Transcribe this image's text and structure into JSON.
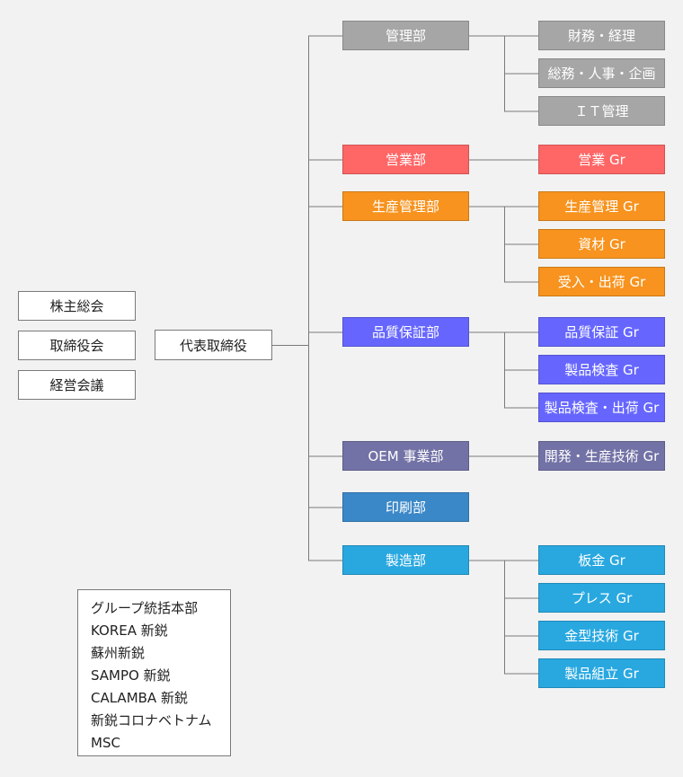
{
  "colors": {
    "gray": "#a6a6a6",
    "red": "#ff6666",
    "orange": "#f7931e",
    "blue_violet": "#6666ff",
    "purple_gray": "#7272a6",
    "steel_blue": "#3b88c8",
    "sky_blue": "#29a8e0",
    "line": "#7a7a7a"
  },
  "governance": [
    "株主総会",
    "取締役会",
    "経営会議"
  ],
  "ceo": "代表取締役",
  "departments": [
    {
      "name": "管理部",
      "color": "gray",
      "groups": [
        "財務・経理",
        "総務・人事・企画",
        "ＩＴ管理"
      ]
    },
    {
      "name": "営業部",
      "color": "red",
      "groups": [
        "営業 Gr"
      ]
    },
    {
      "name": "生産管理部",
      "color": "orange",
      "groups": [
        "生産管理 Gr",
        "資材 Gr",
        "受入・出荷 Gr"
      ]
    },
    {
      "name": "品質保証部",
      "color": "blue_violet",
      "groups": [
        "品質保証 Gr",
        "製品検査 Gr",
        "製品検査・出荷 Gr"
      ]
    },
    {
      "name": "OEM 事業部",
      "color": "purple_gray",
      "groups": [
        "開発・生産技術 Gr"
      ]
    },
    {
      "name": "印刷部",
      "color": "steel_blue",
      "groups": []
    },
    {
      "name": "製造部",
      "color": "sky_blue",
      "groups": [
        "板金 Gr",
        "プレス Gr",
        "金型技術 Gr",
        "製品組立 Gr"
      ]
    }
  ],
  "affiliates": [
    "グループ統括本部",
    "KOREA 新鋭",
    "蘇州新鋭",
    "SAMPO 新鋭",
    "CALAMBA 新鋭",
    "新鋭コロナベトナム",
    "MSC"
  ]
}
